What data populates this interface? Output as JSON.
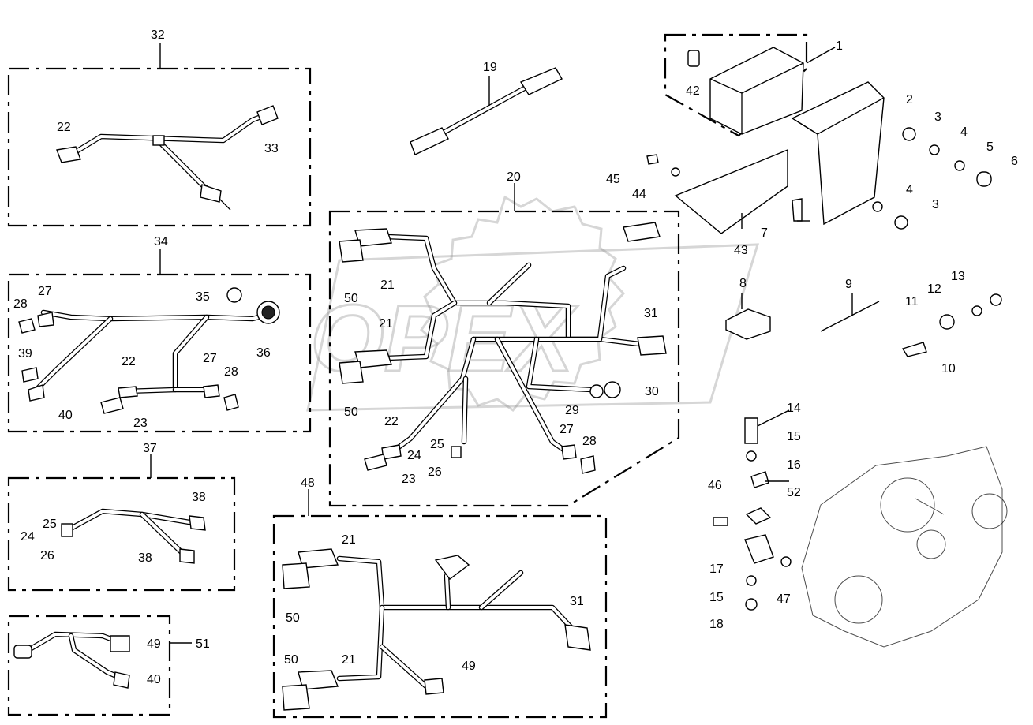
{
  "watermark": "OPEX",
  "callouts": [
    {
      "id": "c32-top",
      "text": "32"
    },
    {
      "id": "c22-a",
      "text": "22"
    },
    {
      "id": "c33",
      "text": "33"
    },
    {
      "id": "c34",
      "text": "34"
    },
    {
      "id": "c27-a",
      "text": "27"
    },
    {
      "id": "c28-a",
      "text": "28"
    },
    {
      "id": "c35",
      "text": "35"
    },
    {
      "id": "c36",
      "text": "36"
    },
    {
      "id": "c39",
      "text": "39"
    },
    {
      "id": "c40-a",
      "text": "40"
    },
    {
      "id": "c22-b",
      "text": "22"
    },
    {
      "id": "c27-b",
      "text": "27"
    },
    {
      "id": "c28-b",
      "text": "28"
    },
    {
      "id": "c23-a",
      "text": "23"
    },
    {
      "id": "c37",
      "text": "37"
    },
    {
      "id": "c38-a",
      "text": "38"
    },
    {
      "id": "c25-a",
      "text": "25"
    },
    {
      "id": "c24-a",
      "text": "24"
    },
    {
      "id": "c26-a",
      "text": "26"
    },
    {
      "id": "c38-b",
      "text": "38"
    },
    {
      "id": "c49-a",
      "text": "49"
    },
    {
      "id": "c51",
      "text": "51"
    },
    {
      "id": "c40-b",
      "text": "40"
    },
    {
      "id": "c19",
      "text": "19"
    },
    {
      "id": "c20",
      "text": "20"
    },
    {
      "id": "c21-a",
      "text": "21"
    },
    {
      "id": "c50-a",
      "text": "50"
    },
    {
      "id": "c21-b",
      "text": "21"
    },
    {
      "id": "c50-b",
      "text": "50"
    },
    {
      "id": "c31-a",
      "text": "31"
    },
    {
      "id": "c30",
      "text": "30"
    },
    {
      "id": "c29",
      "text": "29"
    },
    {
      "id": "c22-c",
      "text": "22"
    },
    {
      "id": "c25-b",
      "text": "25"
    },
    {
      "id": "c24-b",
      "text": "24"
    },
    {
      "id": "c26-b",
      "text": "26"
    },
    {
      "id": "c23-b",
      "text": "23"
    },
    {
      "id": "c27-c",
      "text": "27"
    },
    {
      "id": "c28-c",
      "text": "28"
    },
    {
      "id": "c48",
      "text": "48"
    },
    {
      "id": "c21-c",
      "text": "21"
    },
    {
      "id": "c50-c",
      "text": "50"
    },
    {
      "id": "c31-b",
      "text": "31"
    },
    {
      "id": "c50-d",
      "text": "50"
    },
    {
      "id": "c21-d",
      "text": "21"
    },
    {
      "id": "c49-b",
      "text": "49"
    },
    {
      "id": "c1",
      "text": "1"
    },
    {
      "id": "c42",
      "text": "42"
    },
    {
      "id": "c2",
      "text": "2"
    },
    {
      "id": "c3-a",
      "text": "3"
    },
    {
      "id": "c4-a",
      "text": "4"
    },
    {
      "id": "c5",
      "text": "5"
    },
    {
      "id": "c6",
      "text": "6"
    },
    {
      "id": "c45",
      "text": "45"
    },
    {
      "id": "c44",
      "text": "44"
    },
    {
      "id": "c4-b",
      "text": "4"
    },
    {
      "id": "c3-b",
      "text": "3"
    },
    {
      "id": "c7",
      "text": "7"
    },
    {
      "id": "c43",
      "text": "43"
    },
    {
      "id": "c8",
      "text": "8"
    },
    {
      "id": "c9",
      "text": "9"
    },
    {
      "id": "c13",
      "text": "13"
    },
    {
      "id": "c12",
      "text": "12"
    },
    {
      "id": "c11",
      "text": "11"
    },
    {
      "id": "c10",
      "text": "10"
    },
    {
      "id": "c14",
      "text": "14"
    },
    {
      "id": "c15-a",
      "text": "15"
    },
    {
      "id": "c16",
      "text": "16"
    },
    {
      "id": "c52",
      "text": "52"
    },
    {
      "id": "c46",
      "text": "46"
    },
    {
      "id": "c17",
      "text": "17"
    },
    {
      "id": "c15-b",
      "text": "15"
    },
    {
      "id": "c47",
      "text": "47"
    },
    {
      "id": "c18",
      "text": "18"
    }
  ]
}
